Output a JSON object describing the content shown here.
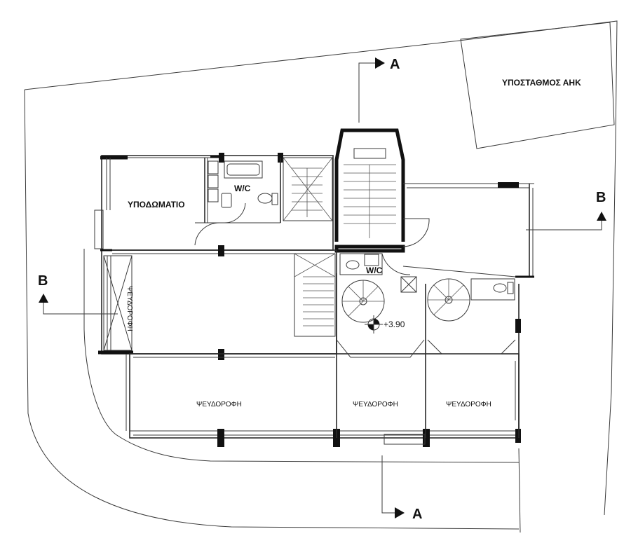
{
  "labels": {
    "bedroom": "ΥΠΟΔΩΜΑΤΙΟ",
    "wc_upper": "W/C",
    "wc_lower": "W/C",
    "substation": "ΥΠΟΣΤΑΘΜΟΣ ΑΗΚ",
    "ceiling_1": "ΨΕΥΔΟΡΟΦΗ",
    "ceiling_2": "ΨΕΥΔΟΡΟΦΗ",
    "ceiling_3": "ΨΕΥΔΟΡΟΦΗ",
    "ceiling_vertical": "ΨΕΥΔΟΡΟΦΗ",
    "level": "+3.90"
  },
  "sections": {
    "a_top": "A",
    "a_bottom": "A",
    "b_left": "B",
    "b_right": "B"
  }
}
